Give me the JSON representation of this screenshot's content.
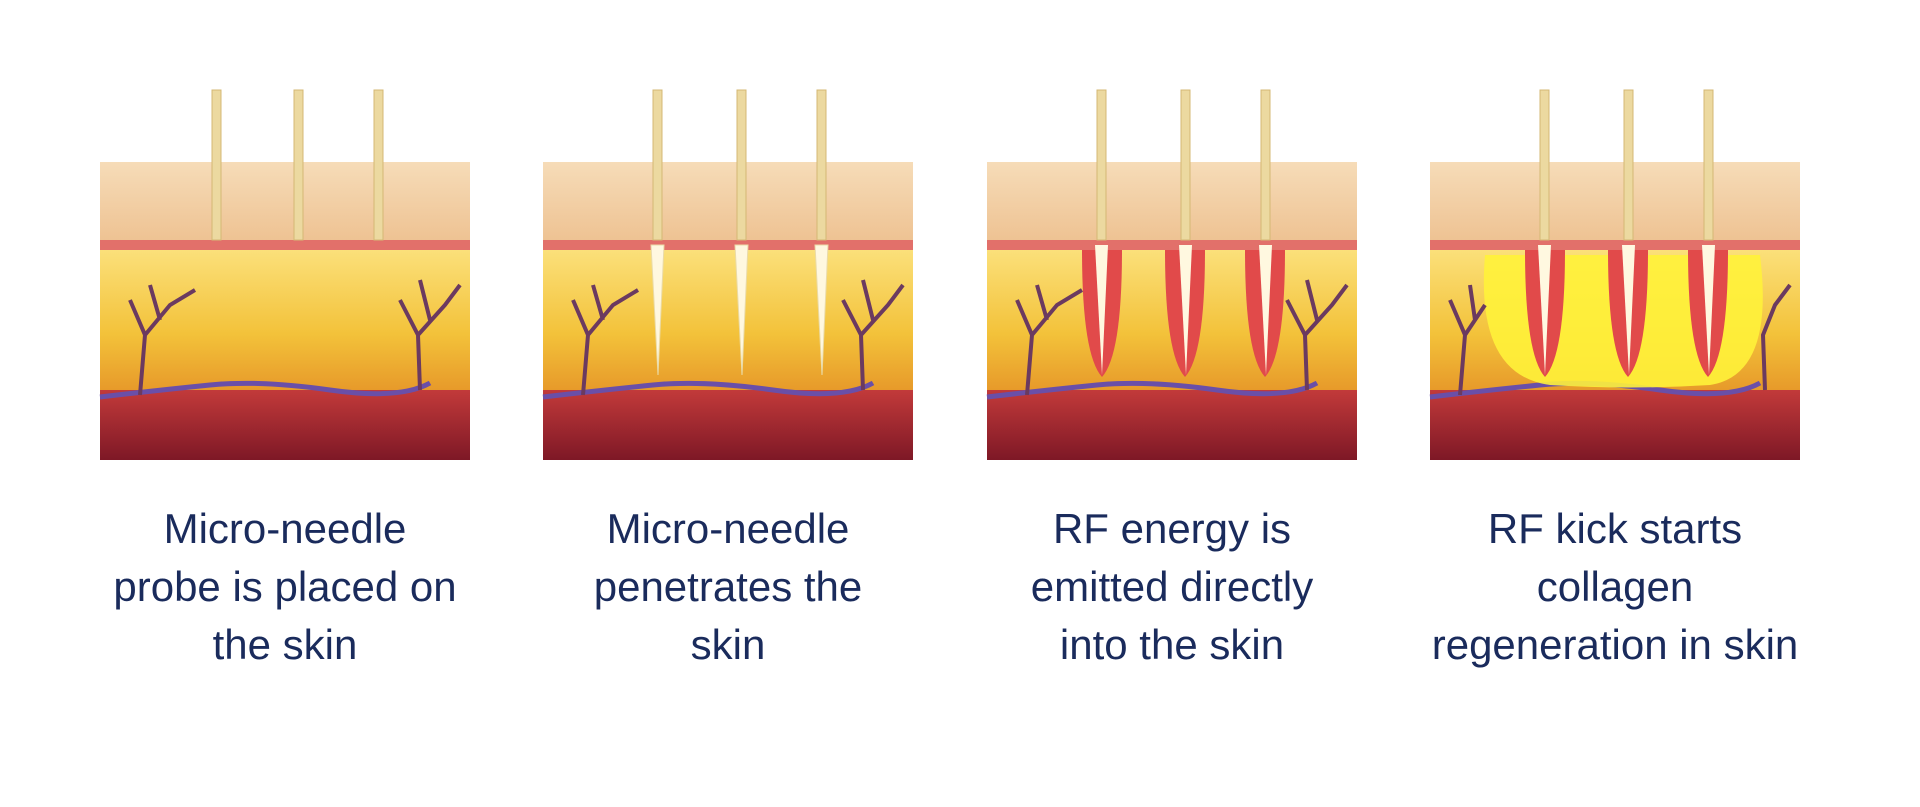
{
  "steps": [
    {
      "id": "placed",
      "lines": [
        "Micro-needle",
        "probe is placed on",
        "the skin"
      ]
    },
    {
      "id": "penetrates",
      "lines": [
        "Micro-needle",
        "penetrates the",
        "skin"
      ]
    },
    {
      "id": "rf-emitted",
      "lines": [
        "RF energy is",
        "emitted directly",
        "into the skin"
      ]
    },
    {
      "id": "collagen",
      "lines": [
        "RF kick starts",
        "collagen",
        "regeneration in skin"
      ]
    }
  ],
  "colors": {
    "caption": "#1a2b5c",
    "epidermis": "#f1cf9e",
    "dermis": "#f3c23a",
    "dermis_light": "#fbe07a",
    "subcutis": "#9e2030",
    "needle": "#ecd9a0",
    "rf_zone": "#e14a4a",
    "collagen": "#fff23a",
    "vessel": "#6b3a60",
    "vein": "#6a4fa8"
  }
}
